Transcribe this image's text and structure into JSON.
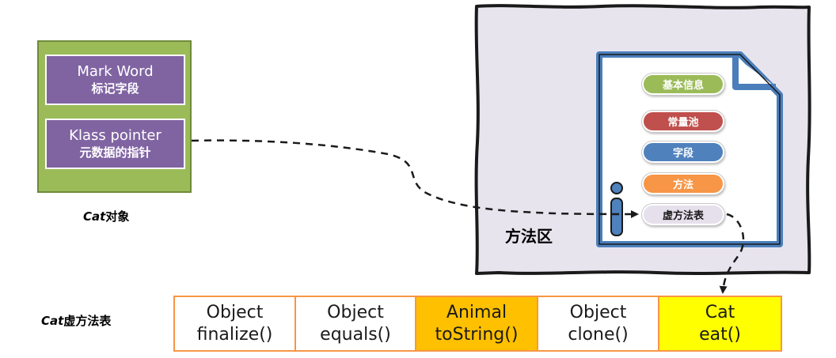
{
  "colors": {
    "object_bg": "#9bbb59",
    "field_bg": "#8064a2",
    "method_area_bg": "#e8e4ee",
    "doc_border": "#4a7ebb",
    "vtable_border": "#f79646",
    "animal_highlight": "#ffc000",
    "cat_highlight": "#ffff00"
  },
  "cat_object": {
    "fields": [
      {
        "name": "Mark Word",
        "label": "标记字段"
      },
      {
        "name": "Klass pointer",
        "label": "元数据的指针"
      }
    ],
    "caption_prefix": "Cat",
    "caption_suffix": "对象"
  },
  "method_area": {
    "label": "方法区",
    "info_icon": "info-icon",
    "entries": [
      {
        "label": "基本信息",
        "color": "#9bbb59"
      },
      {
        "label": "常量池",
        "color": "#c0504d"
      },
      {
        "label": "字段",
        "color": "#4f81bd"
      },
      {
        "label": "方法",
        "color": "#f79646"
      },
      {
        "label": "虚方法表",
        "color": "#e6e0ec"
      }
    ]
  },
  "vtable": {
    "caption_prefix": "Cat",
    "caption_suffix": "虚方法表",
    "cells": [
      {
        "owner": "Object",
        "method": "finalize()",
        "highlight": "#ffffff"
      },
      {
        "owner": "Object",
        "method": "equals()",
        "highlight": "#ffffff"
      },
      {
        "owner": "Animal",
        "method": "toString()",
        "highlight": "#ffc000"
      },
      {
        "owner": "Object",
        "method": "clone()",
        "highlight": "#ffffff"
      },
      {
        "owner": "Cat",
        "method": "eat()",
        "highlight": "#ffff00"
      }
    ]
  }
}
